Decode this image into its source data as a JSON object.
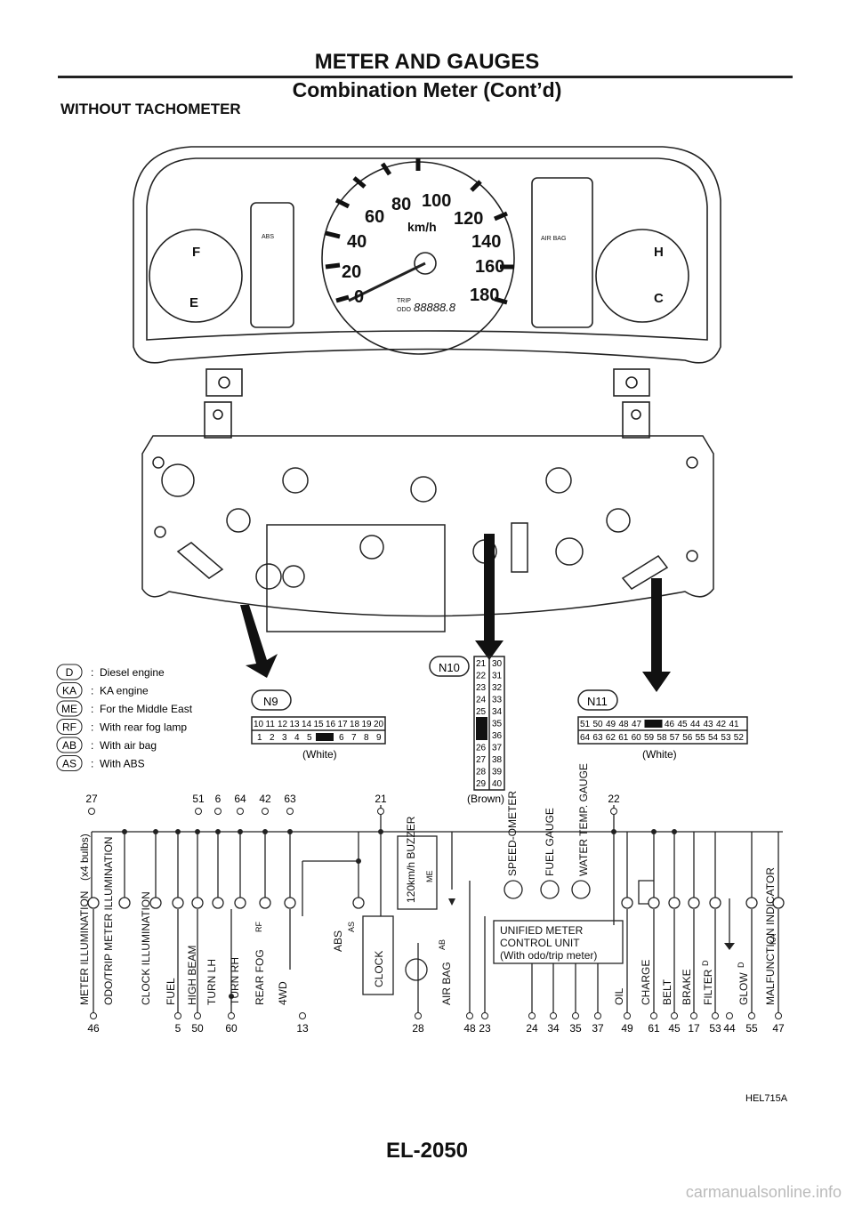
{
  "header": {
    "title": "METER AND GAUGES",
    "subtitle": "Combination Meter (Cont’d)"
  },
  "section_title": "WITHOUT TACHOMETER",
  "gauge": {
    "speed_marks": [
      "0",
      "20",
      "40",
      "60",
      "80",
      "100",
      "120",
      "140",
      "160",
      "180"
    ],
    "unit": "km/h",
    "fuel": {
      "full": "F",
      "empty": "E"
    },
    "temp": {
      "hot": "H",
      "cold": "C"
    },
    "odo_labels": [
      "TRIP",
      "ODO"
    ],
    "odo_value": "88888.8",
    "airbag_label": "AIR BAG",
    "abs_label": "ABS"
  },
  "legend": [
    {
      "code": "D",
      "text": "Diesel engine"
    },
    {
      "code": "KA",
      "text": "KA engine"
    },
    {
      "code": "ME",
      "text": "For the Middle East"
    },
    {
      "code": "RF",
      "text": "With rear fog lamp"
    },
    {
      "code": "AB",
      "text": "With air bag"
    },
    {
      "code": "AS",
      "text": "With ABS"
    }
  ],
  "connectors": {
    "n9": {
      "name": "N9",
      "top": [
        "10",
        "11",
        "12",
        "13",
        "14",
        "15",
        "16",
        "17",
        "18",
        "19",
        "20"
      ],
      "bottom": [
        "1",
        "2",
        "3",
        "4",
        "5",
        "",
        "6",
        "7",
        "8",
        "9"
      ],
      "color": "(White)"
    },
    "n10": {
      "name": "N10",
      "rows": [
        [
          "21",
          "30"
        ],
        [
          "22",
          "31"
        ],
        [
          "23",
          "32"
        ],
        [
          "24",
          "33"
        ],
        [
          "25",
          "34"
        ],
        [
          "",
          "35"
        ],
        [
          "",
          "36"
        ],
        [
          "26",
          "37"
        ],
        [
          "27",
          "38"
        ],
        [
          "28",
          "39"
        ],
        [
          "29",
          "40"
        ]
      ],
      "color": "(Brown)"
    },
    "n11": {
      "name": "N11",
      "top": [
        "51",
        "50",
        "49",
        "48",
        "47",
        "",
        "46",
        "45",
        "44",
        "43",
        "42",
        "41"
      ],
      "bottom": [
        "64",
        "63",
        "62",
        "61",
        "60",
        "59",
        "58",
        "57",
        "56",
        "55",
        "54",
        "53",
        "52"
      ],
      "color": "(White)"
    }
  },
  "schematic": {
    "top_pins": [
      "27",
      "51",
      "6",
      "64",
      "42",
      "63",
      "21",
      "22"
    ],
    "bottom_pins": [
      "46",
      "5",
      "50",
      "60",
      "13",
      "28",
      "48",
      "23",
      "24",
      "34",
      "35",
      "37",
      "49",
      "61",
      "45",
      "17",
      "53",
      "44",
      "55",
      "47"
    ],
    "labels": {
      "bulbs": "(x4 bulbs)",
      "meter_illum": "METER ILLUMINATION",
      "odo_illum": "ODO/TRIP METER ILLUMINATION",
      "clock_illum": "CLOCK ILLUMINATION",
      "fuel": "FUEL",
      "high_beam": "HIGH BEAM",
      "turn_lh": "TURN LH",
      "turn_rh": "TURN RH",
      "rear_fog": "REAR FOG",
      "fwd": "4WD",
      "abs": "ABS",
      "clock": "CLOCK",
      "buzzer": "120km/h BUZZER",
      "air_bag": "AIR BAG",
      "speedometer": "SPEED-OMETER",
      "fuel_gauge": "FUEL GAUGE",
      "water_temp": "WATER TEMP. GAUGE",
      "control_unit_1": "UNIFIED METER",
      "control_unit_2": "CONTROL UNIT",
      "control_unit_3": "(With odo/trip meter)",
      "oil": "OIL",
      "charge": "CHARGE",
      "belt": "BELT",
      "brake": "BRAKE",
      "filter": "FILTER",
      "glow": "GLOW",
      "malfunction": "MALFUNCTION INDICATOR"
    },
    "tags": {
      "rf": "RF",
      "as": "AS",
      "me": "ME",
      "ab": "AB",
      "d": "D",
      "ka": "KA"
    }
  },
  "figure_code": "HEL715A",
  "page_number": "EL-2050",
  "watermark": "carmanualsonline.info"
}
